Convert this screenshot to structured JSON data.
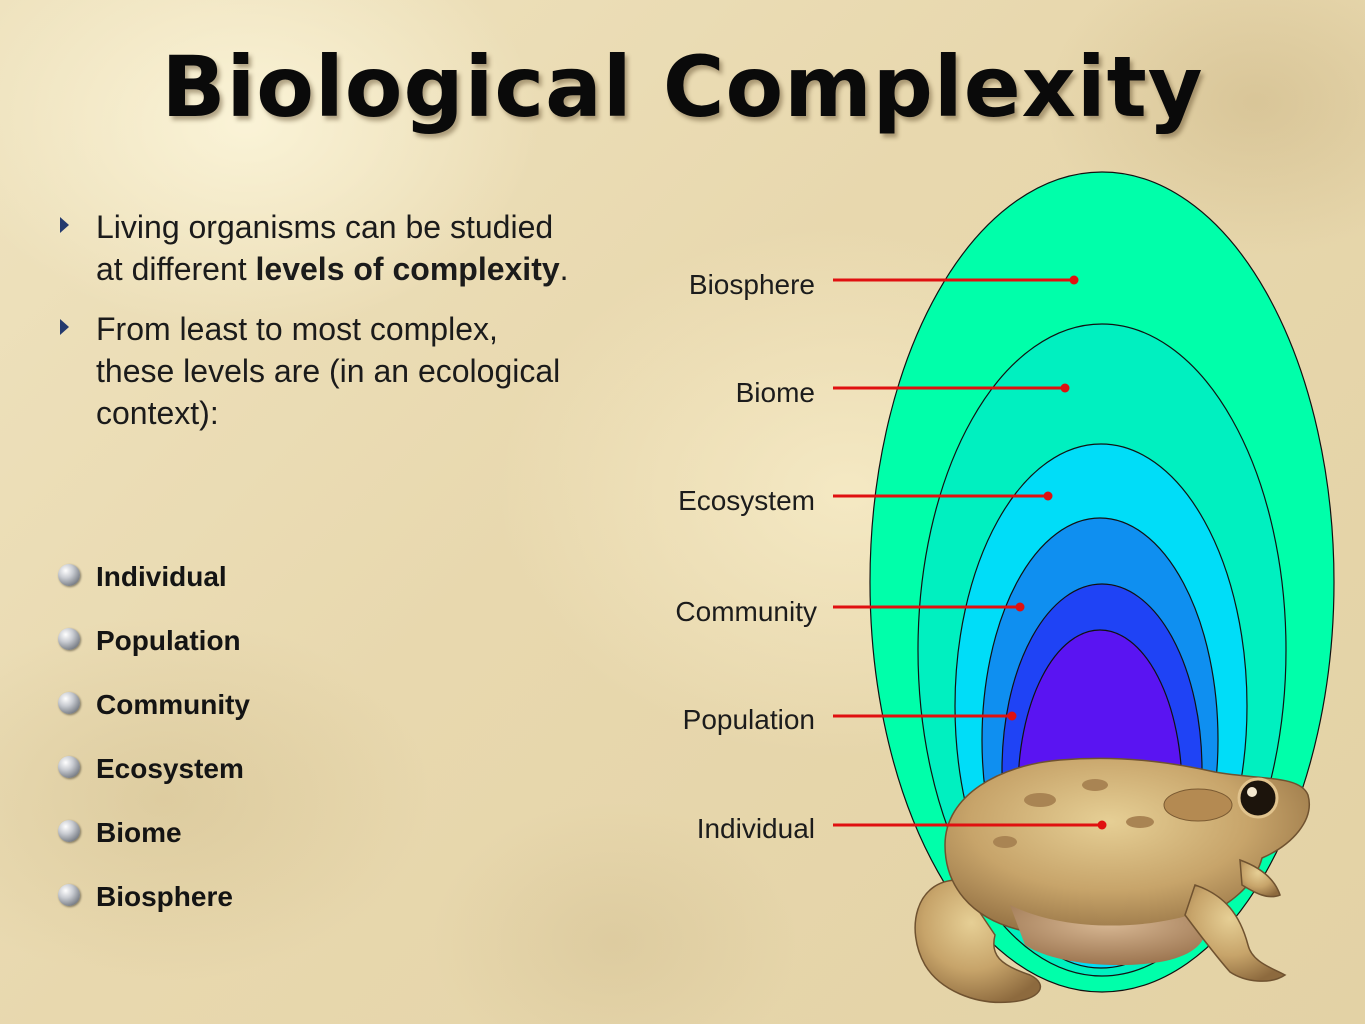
{
  "slide": {
    "title": "Biological Complexity",
    "bullets": [
      {
        "parts": [
          {
            "text": "Living organisms can be studied at different ",
            "bold": false
          },
          {
            "text": "levels of complexity",
            "bold": true
          },
          {
            "text": ".",
            "bold": false
          }
        ]
      },
      {
        "parts": [
          {
            "text": "From least to most complex, these levels are (in an ecological context):",
            "bold": false
          }
        ]
      }
    ],
    "levels": [
      "Individual",
      "Population",
      "Community",
      "Ecosystem",
      "Biome",
      "Biosphere"
    ]
  },
  "diagram": {
    "labels": {
      "biosphere": "Biosphere",
      "biome": "Biome",
      "ecosystem": "Ecosystem",
      "community": "Community",
      "population": "Population",
      "individual": "Individual"
    },
    "colors": {
      "biosphere": "#00ffaa",
      "biome": "#00f0c0",
      "ecosystem": "#00ddf8",
      "community": "#0f8ff0",
      "population": "#1f43f5",
      "individual": "#5a14f2",
      "pointer": "#e01010"
    }
  }
}
